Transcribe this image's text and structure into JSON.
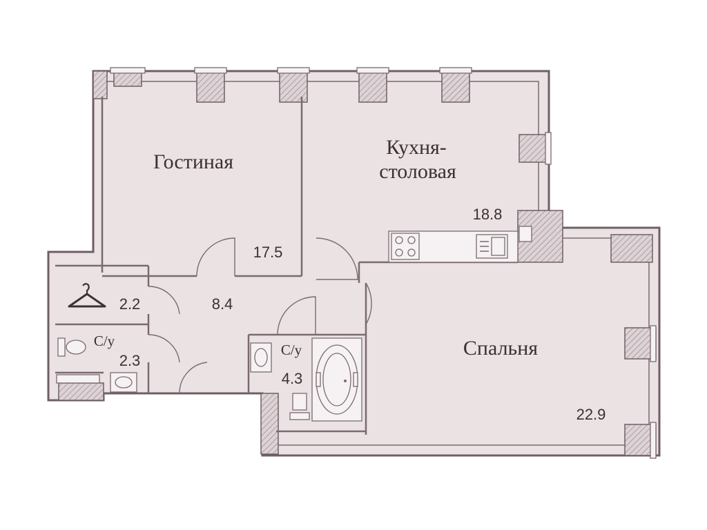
{
  "rooms": {
    "living": {
      "name": "Гостиная",
      "area": "17.5"
    },
    "kitchen": {
      "name_line1": "Кухня-",
      "name_line2": "столовая",
      "area": "18.8"
    },
    "bedroom": {
      "name": "Спальня",
      "area": "22.9"
    },
    "hall": {
      "area": "8.4"
    },
    "wardrobe": {
      "area": "2.2"
    },
    "wc_small": {
      "name": "С/у",
      "area": "2.3"
    },
    "wc_large": {
      "name": "С/у",
      "area": "4.3"
    }
  },
  "colors": {
    "floor": "#ebe2e4",
    "wall": "#7a6a70",
    "hatch": "#d9cfd2",
    "text": "#3d2f34"
  },
  "icons": [
    "hanger-icon",
    "toilet-icon",
    "sink-icon",
    "bathtub-icon",
    "stove-icon",
    "kitchen-sink-icon"
  ]
}
